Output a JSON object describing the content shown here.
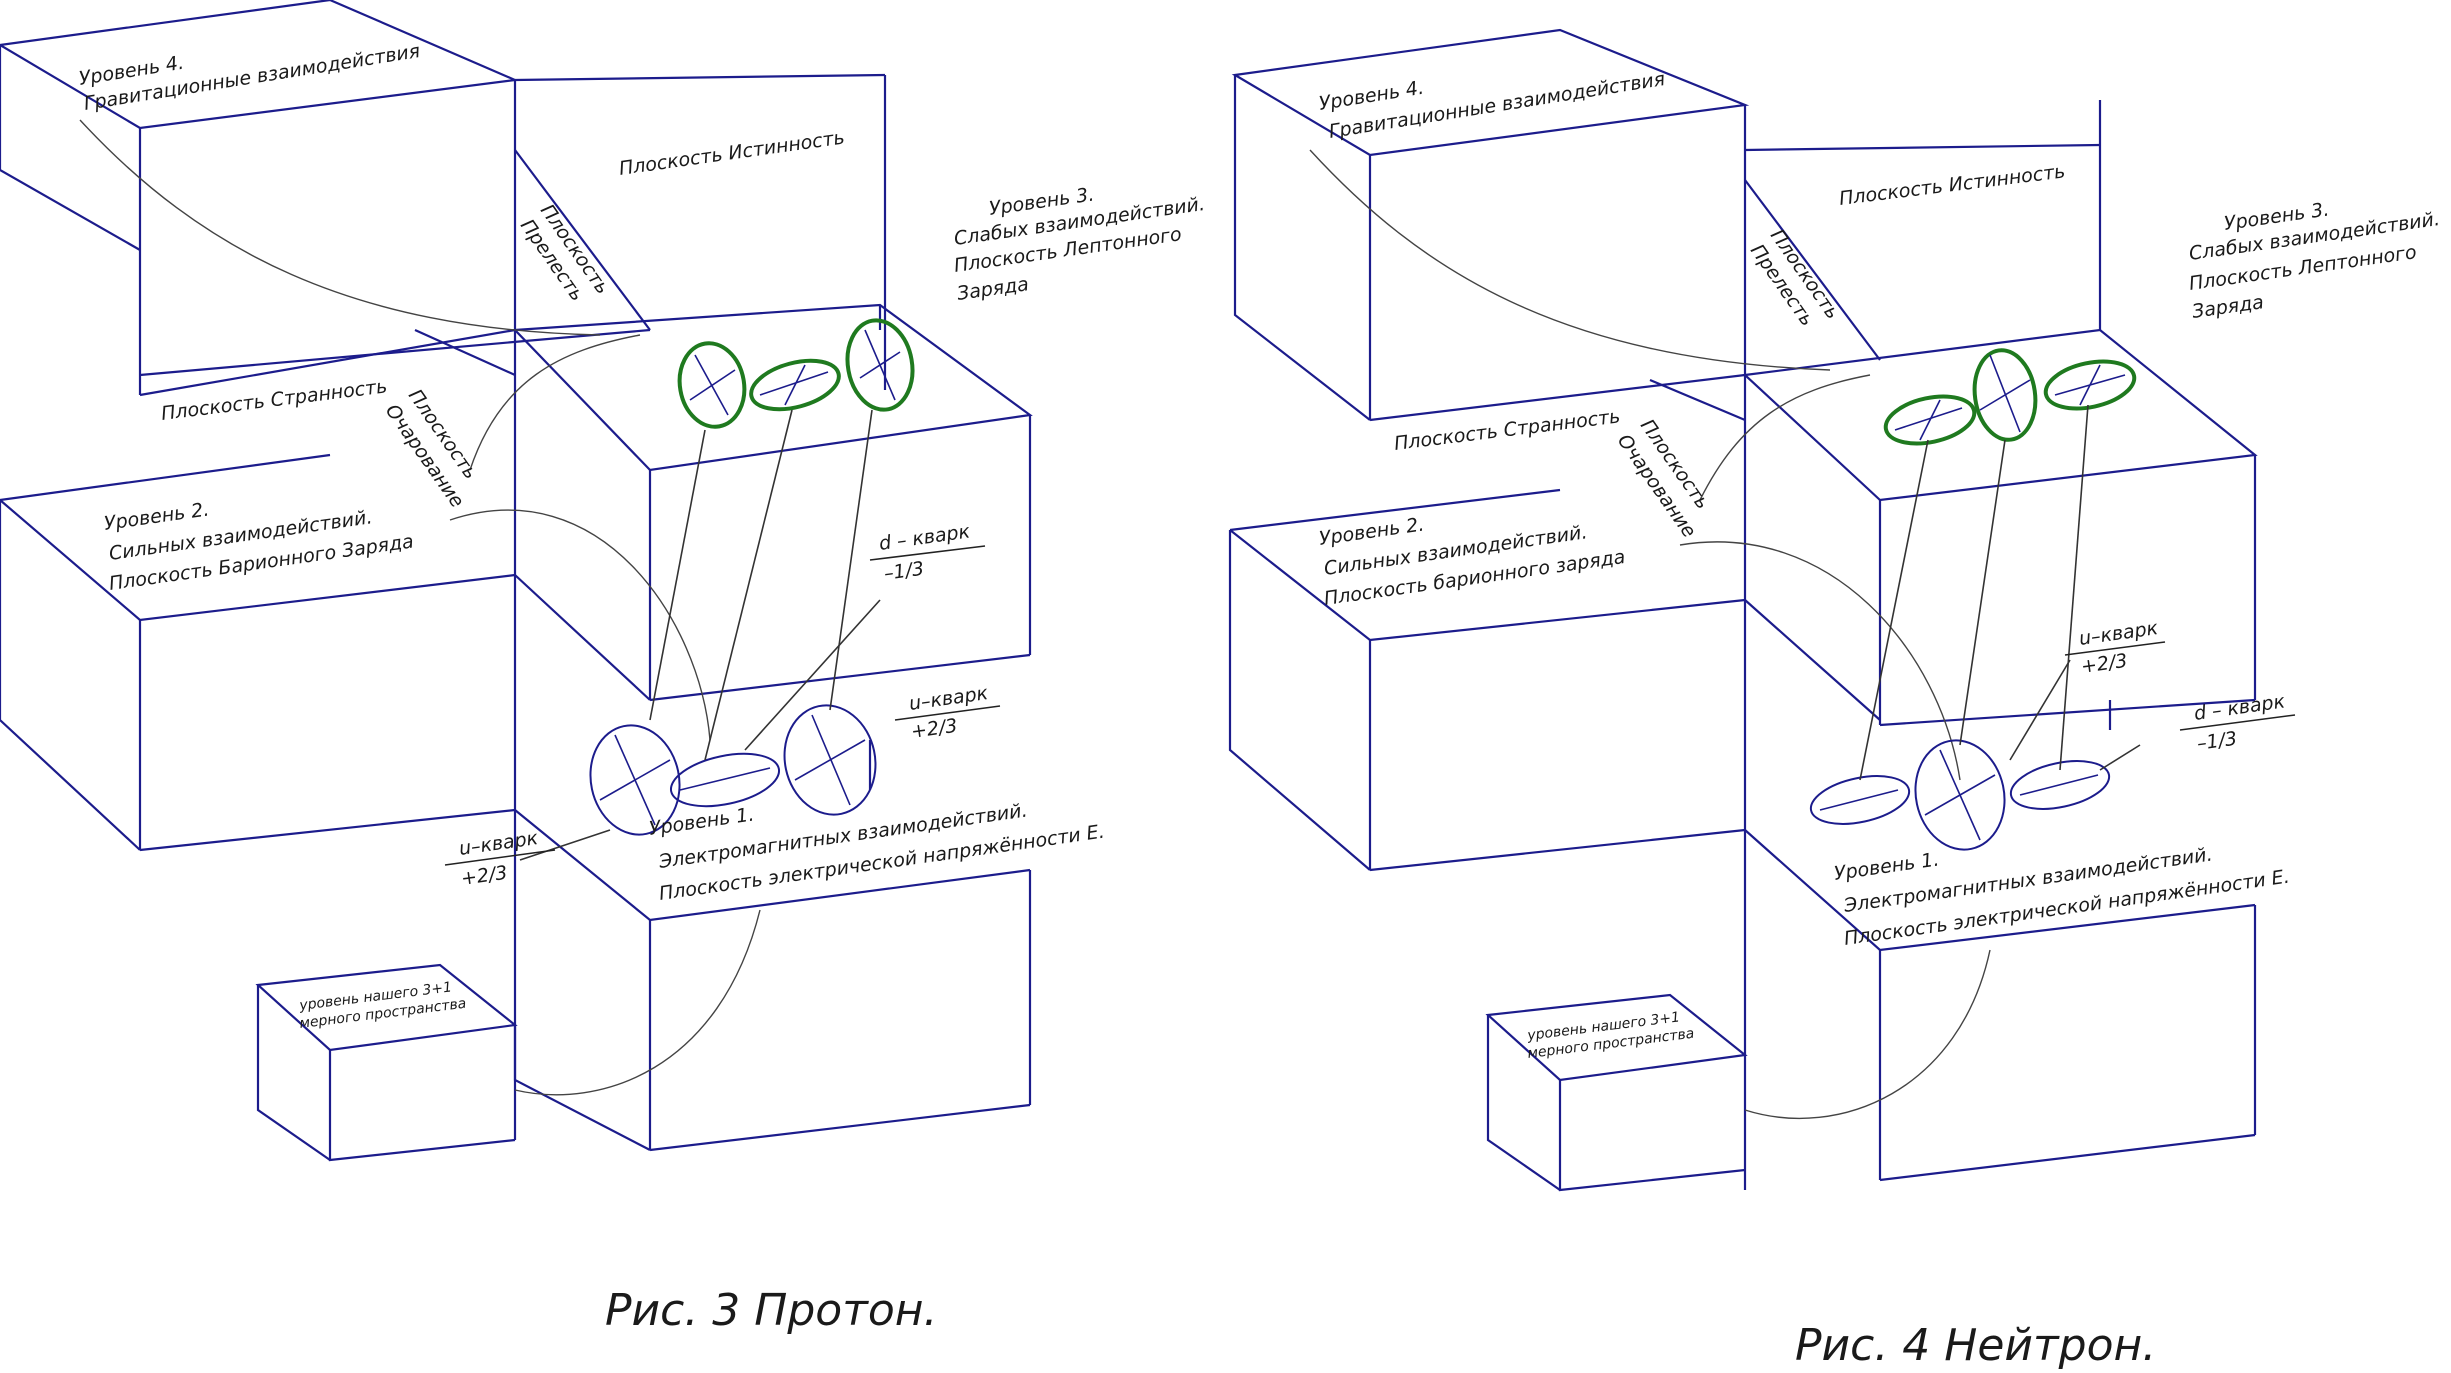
{
  "figures": [
    {
      "caption": "Рис. 3  Протон.",
      "level4": [
        "Уровень 4.",
        "Гравитационные  взаимодействия"
      ],
      "plane_truth": "Плоскость  Истинность",
      "plane_beauty": [
        "Плоскость",
        "Прелесть"
      ],
      "level3": [
        "Уровень 3.",
        "Слабых  взаимодействий.",
        "Плоскость  Лептонного",
        "Заряда"
      ],
      "plane_strangeness": "Плоскость  Странность",
      "plane_charm": [
        "Плоскость",
        "Очарование"
      ],
      "level2": [
        "Уровень 2.",
        "Сильных  взаимодействий.",
        "Плоскость  Барионного  Заряда"
      ],
      "quark_a": [
        "d – кварк",
        "–1/3"
      ],
      "quark_b": [
        "u–кварк",
        "+2/3"
      ],
      "quark_c": [
        "u–кварк",
        "+2/3"
      ],
      "level1": [
        "Уровень  1.",
        "Электромагнитных  взаимодействий.",
        "Плоскость  электрической напряжённости  Е."
      ],
      "space_box": [
        "уровень  нашего 3+1",
        "мерного  пространства"
      ]
    },
    {
      "caption": "Рис. 4  Нейтрон.",
      "level4": [
        "Уровень 4.",
        "Гравитационные  взаимодействия"
      ],
      "plane_truth": "Плоскость  Истинность",
      "plane_beauty": [
        "Плоскость",
        "Прелесть"
      ],
      "level3": [
        "Уровень 3.",
        "Слабых  взаимодействий.",
        "Плоскость  Лептонного",
        "Заряда"
      ],
      "plane_strangeness": "Плоскость  Странность",
      "plane_charm": [
        "Плоскость",
        "Очарование"
      ],
      "level2": [
        "Уровень 2.",
        "Сильных  взаимодействий.",
        "Плоскость  барионного  заряда"
      ],
      "quark_a": [
        "u–кварк",
        "+2/3"
      ],
      "quark_b": [
        "d – кварк",
        "–1/3"
      ],
      "level1": [
        "Уровень  1.",
        "Электромагнитных  взаимодействий.",
        "Плоскость  электрической  напряжённости  Е."
      ],
      "space_box": [
        "уровень  нашего  3+1",
        "мерного  пространства"
      ]
    }
  ]
}
